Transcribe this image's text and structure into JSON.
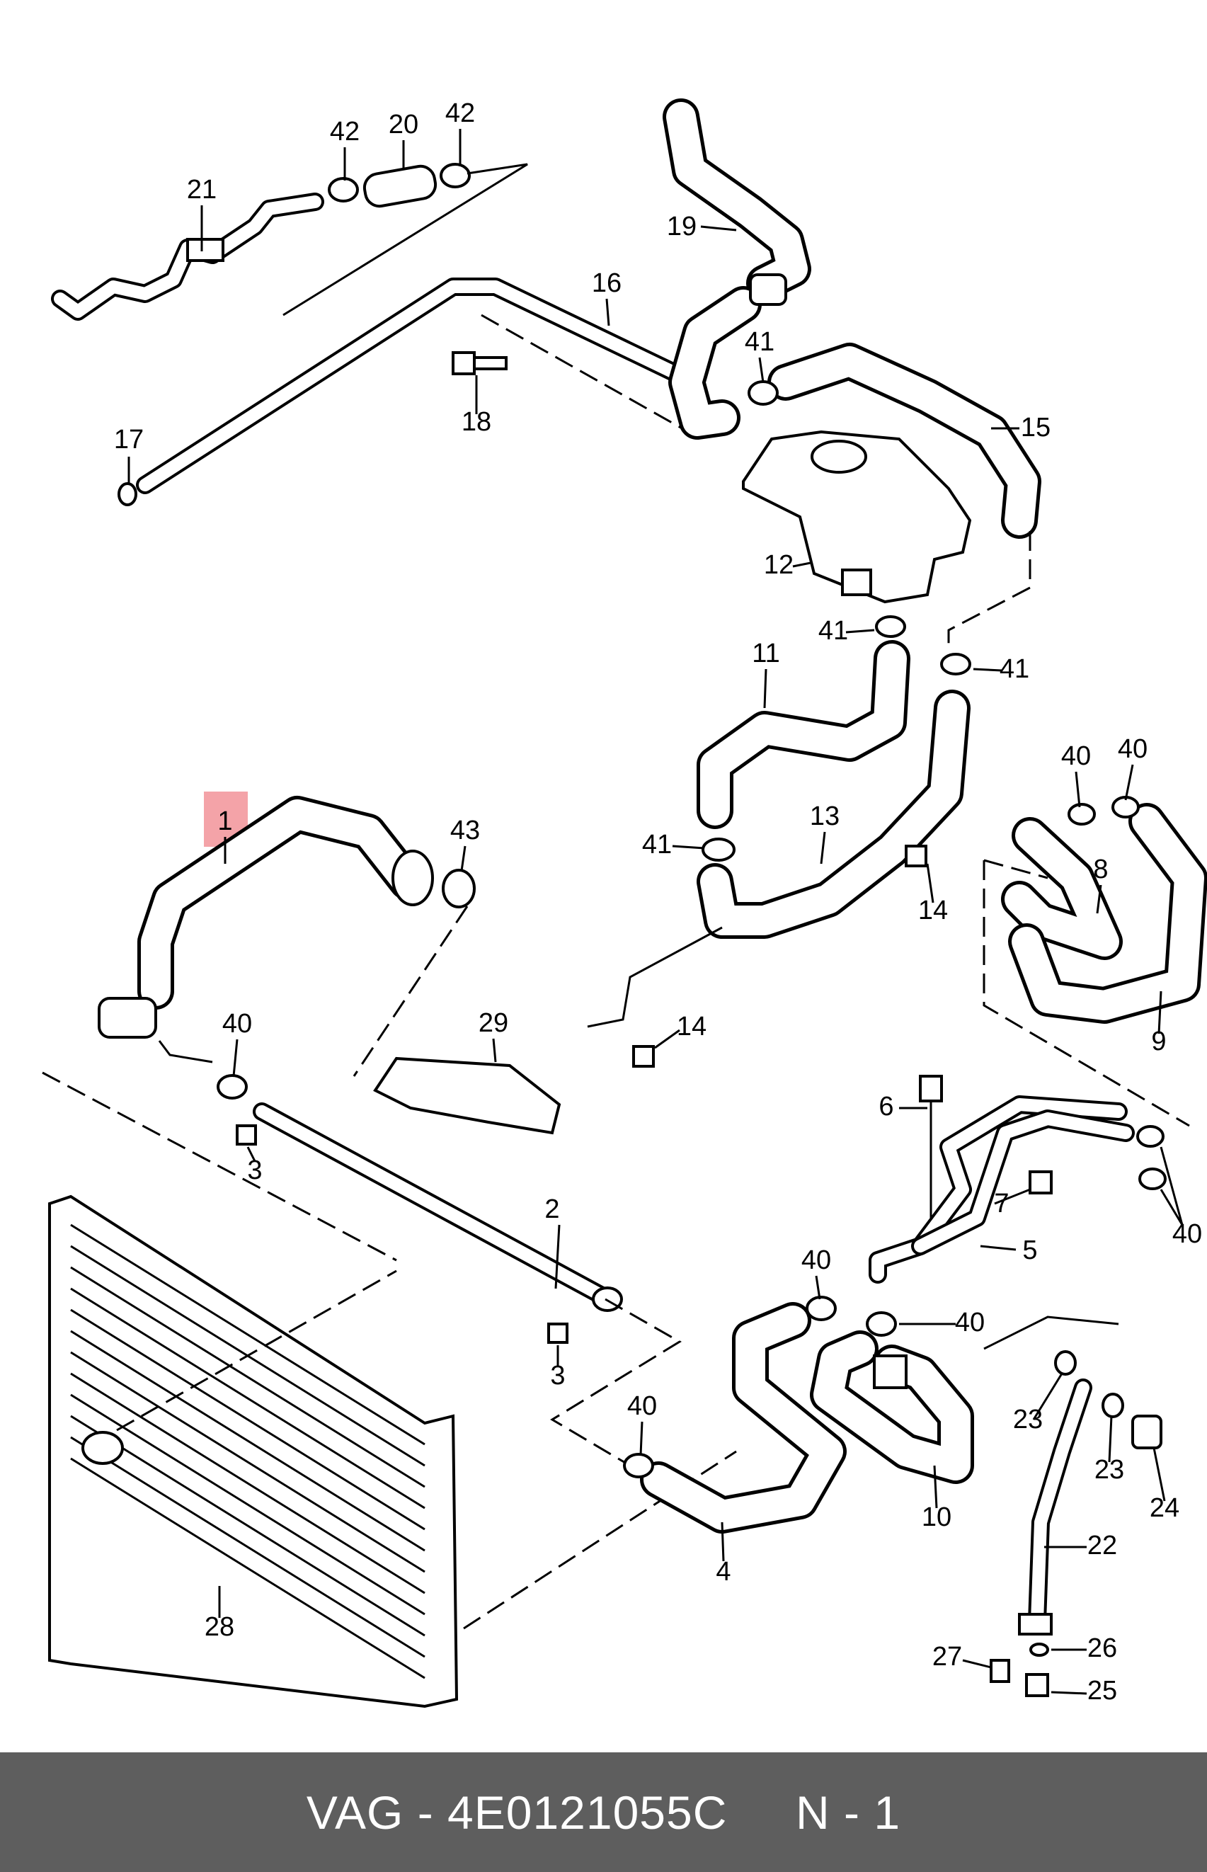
{
  "callouts": {
    "c1": "1",
    "c2": "2",
    "c3a": "3",
    "c3b": "3",
    "c4": "4",
    "c5": "5",
    "c6": "6",
    "c7": "7",
    "c8": "8",
    "c9": "9",
    "c10": "10",
    "c11": "11",
    "c12": "12",
    "c13": "13",
    "c14a": "14",
    "c14b": "14",
    "c15": "15",
    "c16": "16",
    "c17": "17",
    "c18": "18",
    "c19": "19",
    "c20": "20",
    "c21": "21",
    "c22": "22",
    "c23a": "23",
    "c23b": "23",
    "c24": "24",
    "c25": "25",
    "c26": "26",
    "c27": "27",
    "c28": "28",
    "c29": "29",
    "c40a": "40",
    "c40b": "40",
    "c40c": "40",
    "c40d": "40",
    "c40e": "40",
    "c40f": "40",
    "c40g": "40",
    "c41a": "41",
    "c41b": "41",
    "c41c": "41",
    "c41d": "41",
    "c42a": "42",
    "c42b": "42",
    "c43": "43"
  },
  "highlight": {
    "part": "1",
    "color": "#f4a3a8"
  },
  "footer": {
    "text": "VAG - 4E0121055C     N - 1",
    "background": "#5e5e5e",
    "color": "#ffffff"
  }
}
